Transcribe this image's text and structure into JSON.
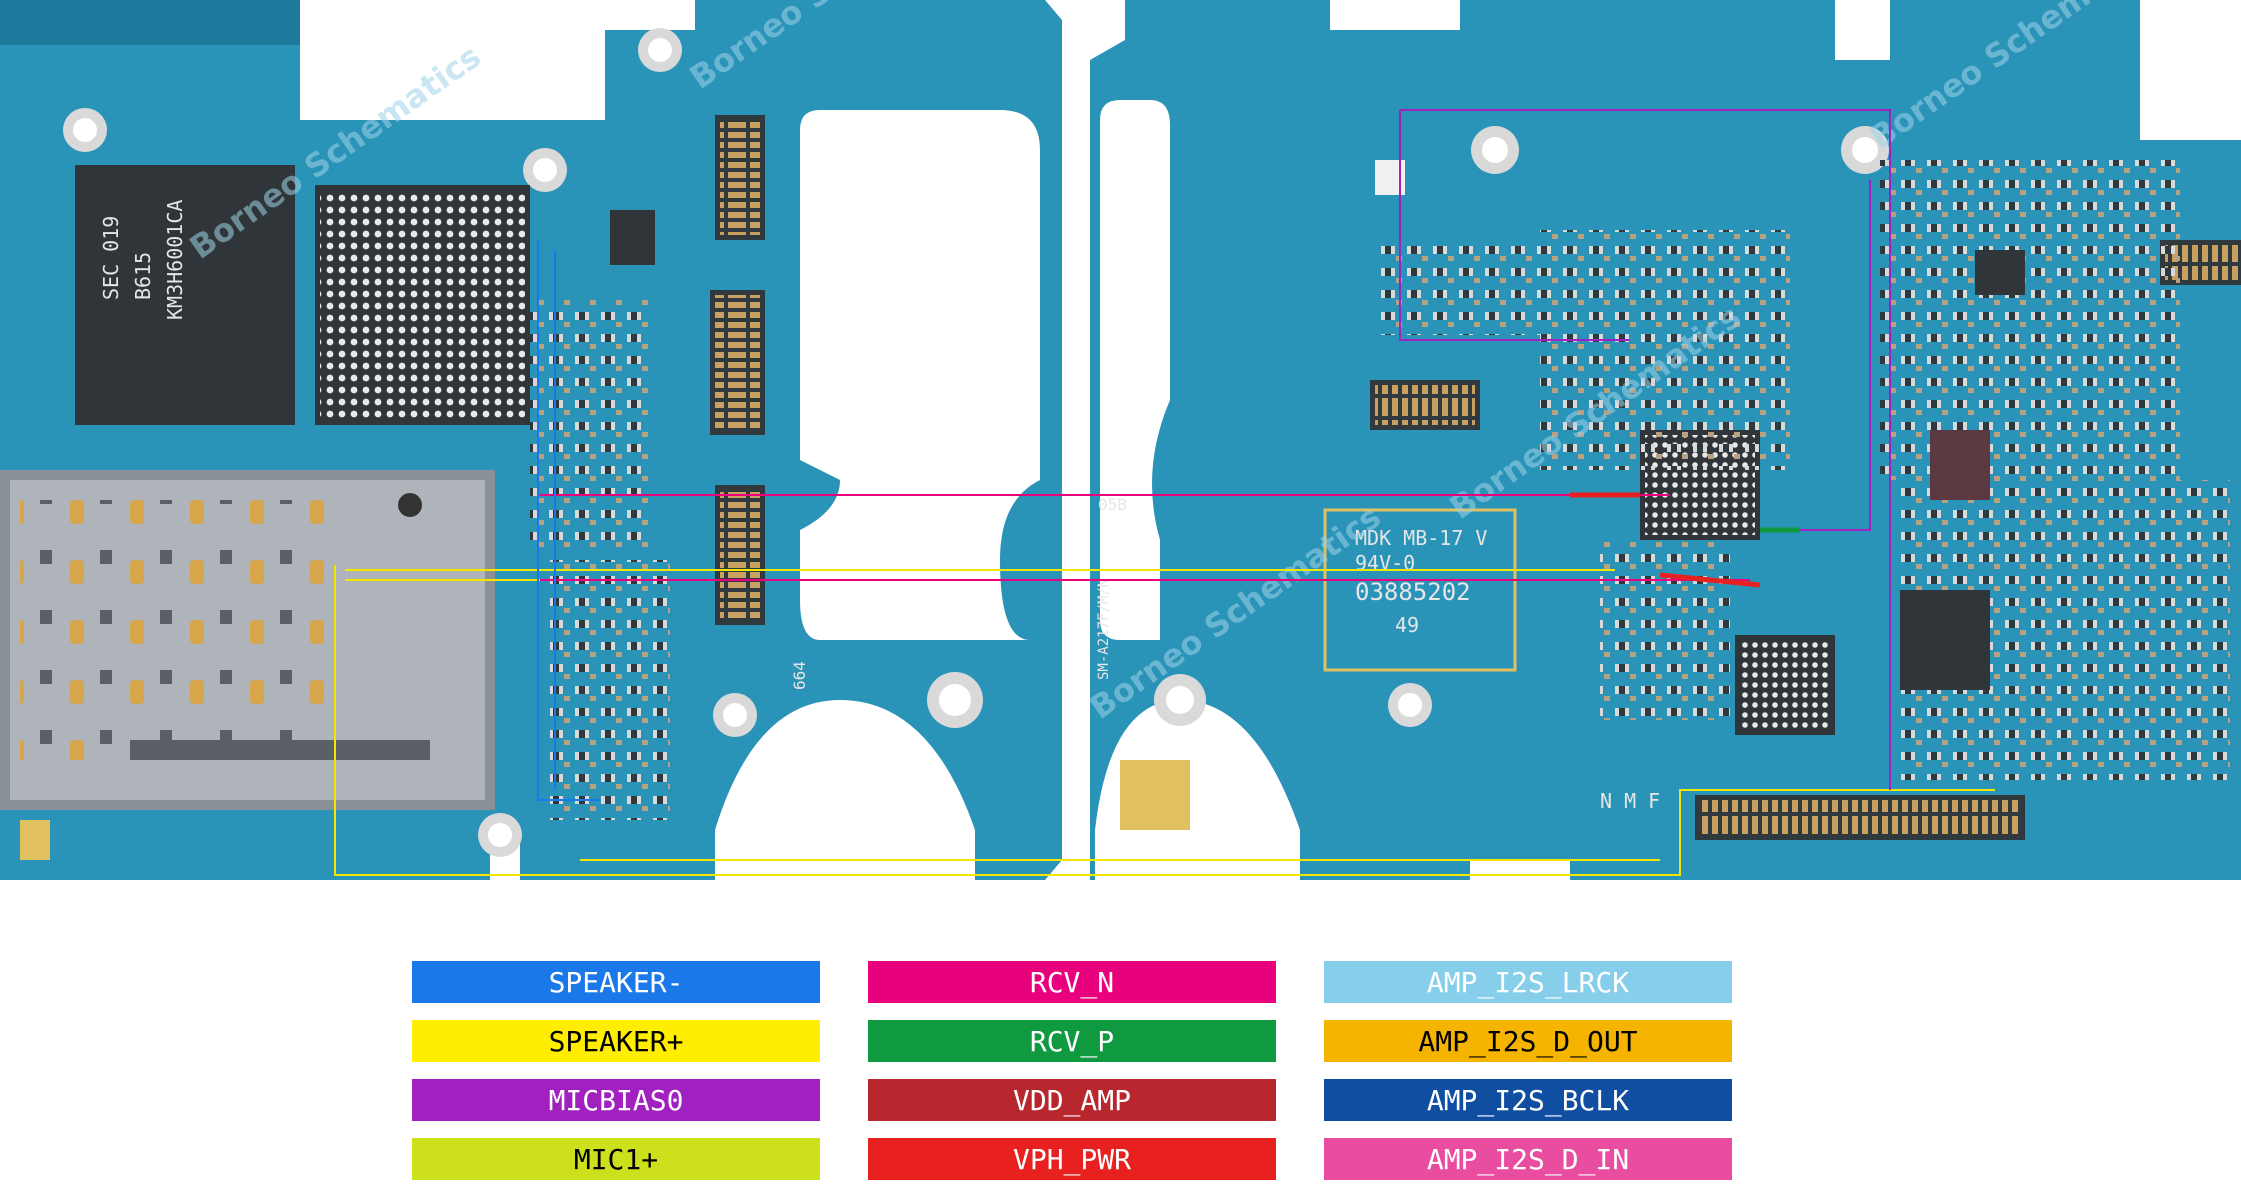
{
  "board": {
    "colors": {
      "pcb": "#2a93b8",
      "pcb_dark": "#1d7a9c",
      "silk": "#e6e6e6",
      "gold": "#c8a060",
      "chip": "#2f3538"
    },
    "silkscreen": {
      "model": "MDK MB-17 V",
      "rating": "94V-0",
      "serial": "03885202",
      "lot": "49",
      "part": "SM-A217F/M/N",
      "code_05b": "05B",
      "code_nmf": "N M F",
      "chip1": "SEC 019",
      "chip2": "B615",
      "chip3": "KM3H6001CA"
    },
    "watermark": "Borneo Schematics",
    "traces": [
      {
        "net": "speaker_plus",
        "color": "#f5e600"
      },
      {
        "net": "rcv_n",
        "color": "#e8007d"
      },
      {
        "net": "micbias0",
        "color": "#a020c0"
      },
      {
        "net": "vph_pwr",
        "color": "#e82020"
      },
      {
        "net": "rcv_p",
        "color": "#109a40"
      },
      {
        "net": "speaker_minus",
        "color": "#1a78e8"
      }
    ]
  },
  "legend": [
    {
      "label": "SPEAKER-",
      "bg": "#1a78e8",
      "fg": "#ffffff"
    },
    {
      "label": "RCV_N",
      "bg": "#e8007d",
      "fg": "#ffffff"
    },
    {
      "label": "AMP_I2S_LRCK",
      "bg": "#87ceeb",
      "fg": "#ffffff"
    },
    {
      "label": "SPEAKER+",
      "bg": "#ffee00",
      "fg": "#000000"
    },
    {
      "label": "RCV_P",
      "bg": "#109a40",
      "fg": "#ffffff"
    },
    {
      "label": "AMP_I2S_D_OUT",
      "bg": "#f5b400",
      "fg": "#000000"
    },
    {
      "label": "MICBIAS0",
      "bg": "#a020c0",
      "fg": "#ffffff"
    },
    {
      "label": "VDD_AMP",
      "bg": "#b8262e",
      "fg": "#ffffff"
    },
    {
      "label": "AMP_I2S_BCLK",
      "bg": "#0f4ea0",
      "fg": "#ffffff"
    },
    {
      "label": "MIC1+",
      "bg": "#cde01c",
      "fg": "#000000"
    },
    {
      "label": "VPH_PWR",
      "bg": "#e82020",
      "fg": "#ffffff"
    },
    {
      "label": "AMP_I2S_D_IN",
      "bg": "#e84da0",
      "fg": "#ffffff"
    }
  ]
}
